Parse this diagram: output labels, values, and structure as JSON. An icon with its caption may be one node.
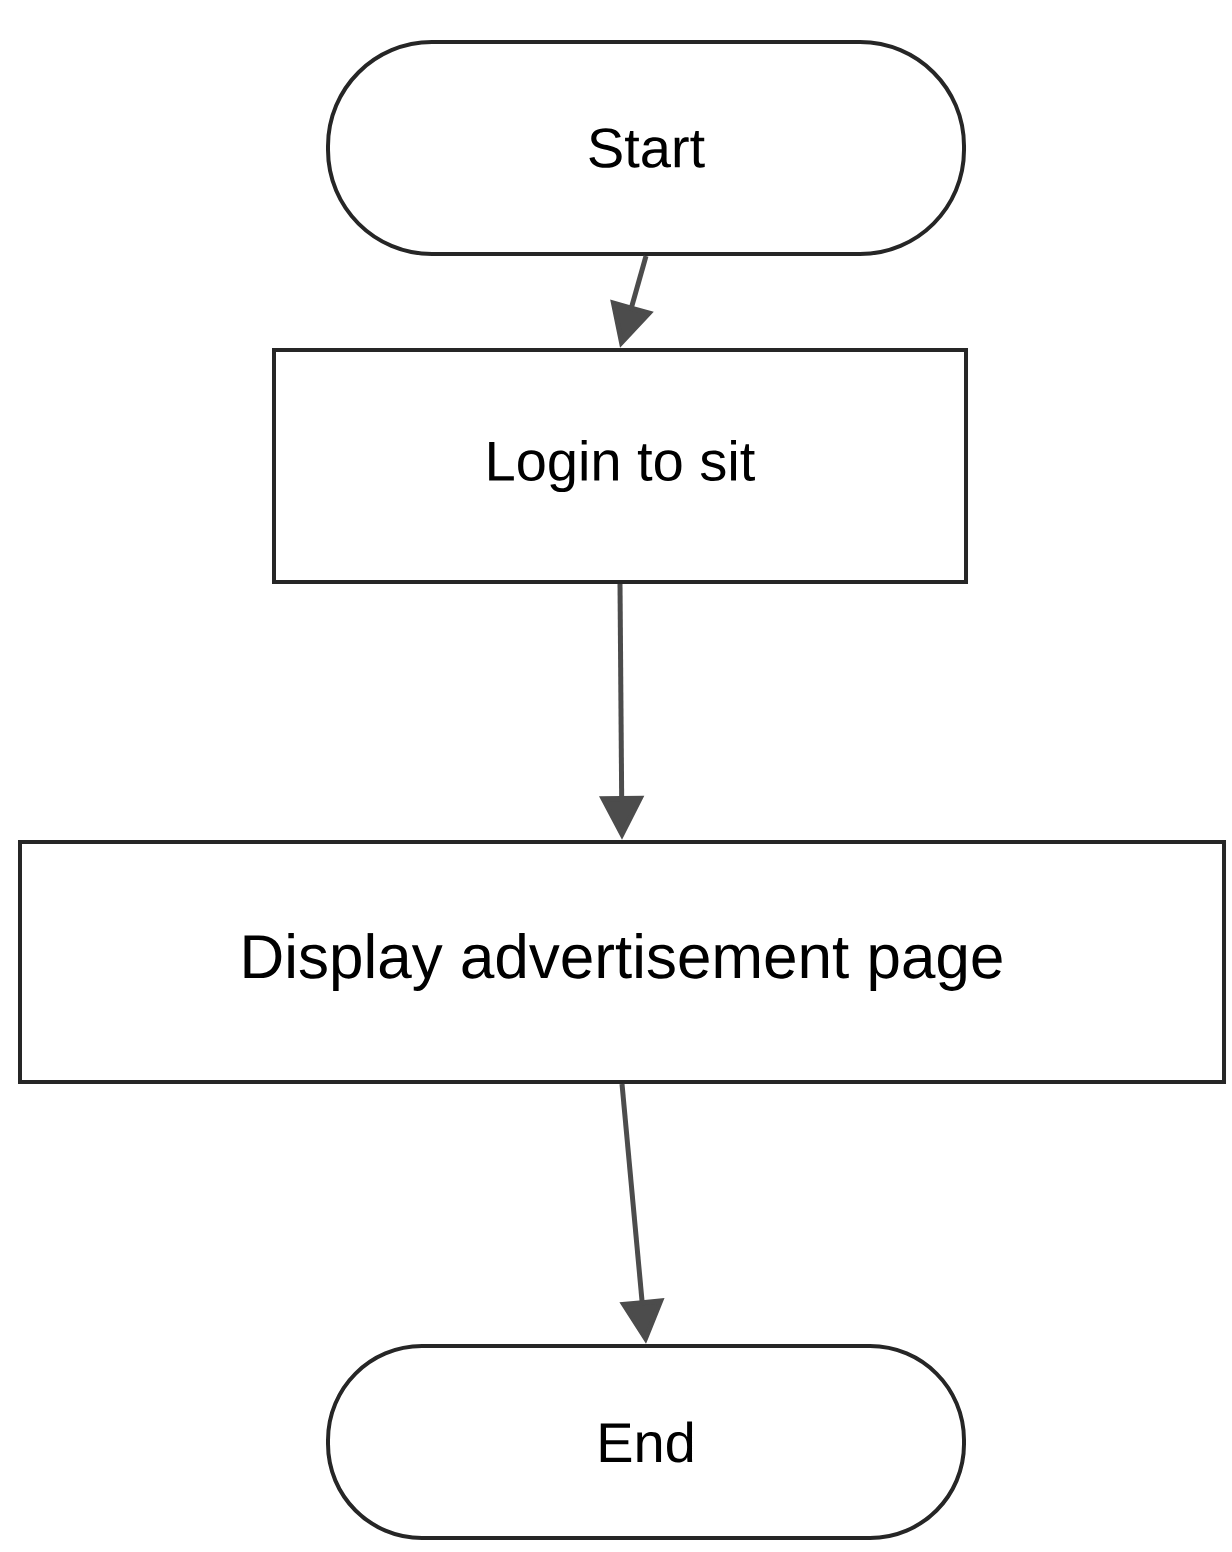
{
  "diagram": {
    "nodes": [
      {
        "text": [
          "Start"
        ]
      },
      {
        "text": [
          "Login to sit"
        ]
      },
      {
        "text": [
          "Display advertisement page"
        ]
      },
      {
        "text": [
          "End"
        ]
      }
    ],
    "edges": [
      {
        "from": 0,
        "to": 1,
        "arrow": "to"
      },
      {
        "from": 1,
        "to": 2,
        "arrow": "to"
      },
      {
        "from": 2,
        "to": 3,
        "arrow": "to"
      }
    ]
  }
}
